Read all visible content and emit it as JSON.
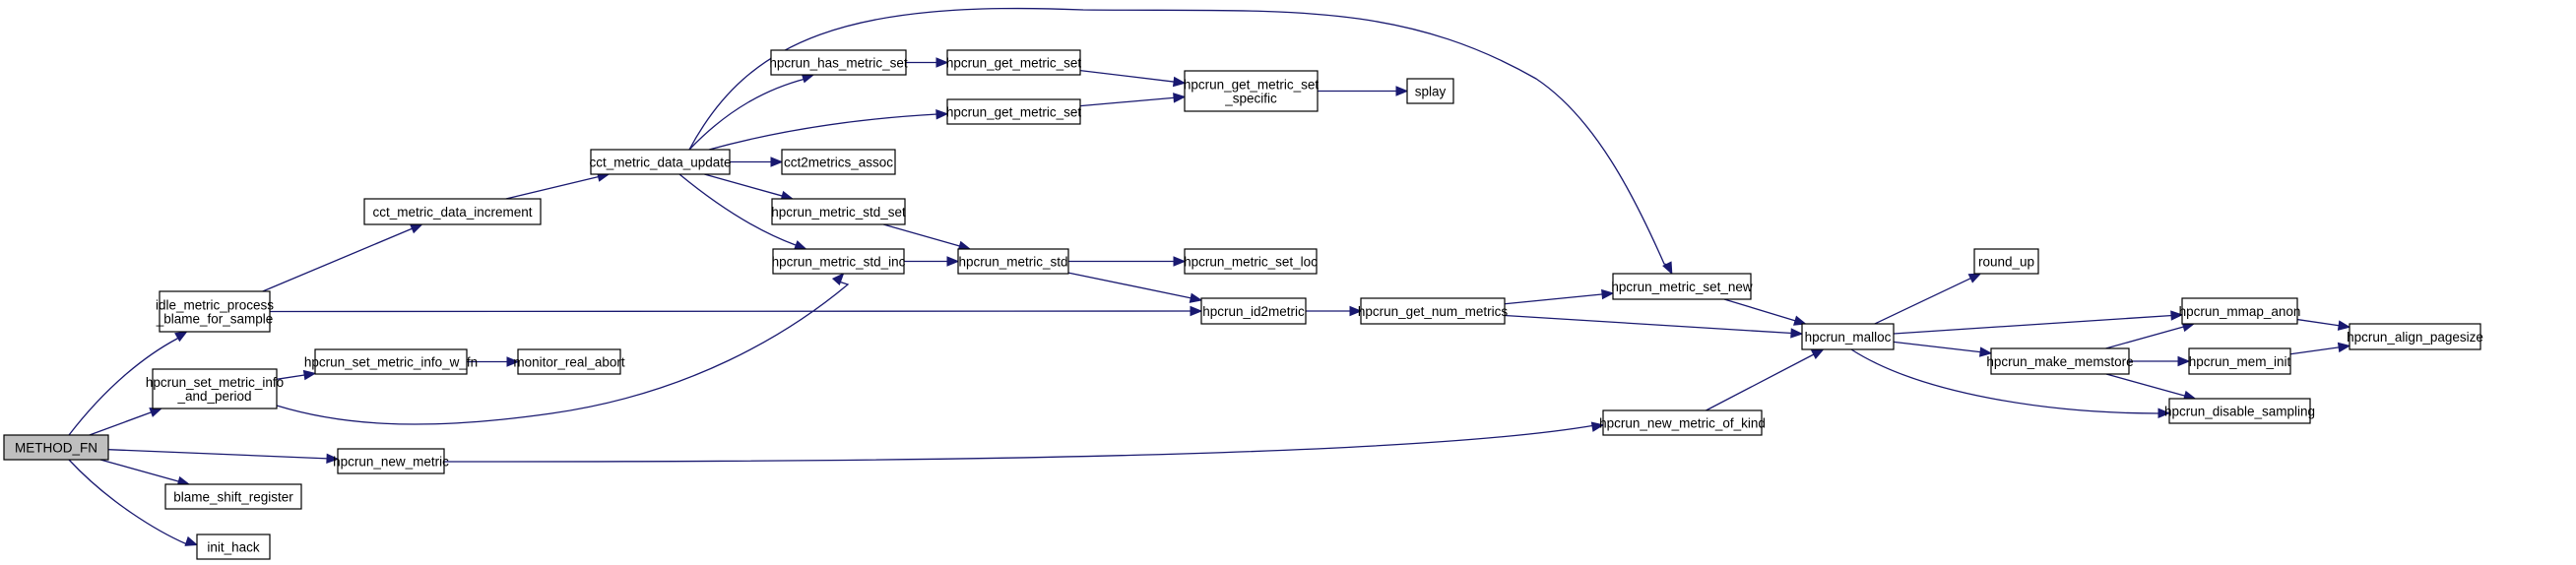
{
  "diagram": {
    "type": "call-graph",
    "root": "METHOD_FN",
    "colors": {
      "edge": "#191970",
      "root_fill": "#bfbfbf",
      "node_fill": "#ffffff",
      "node_border": "#000000"
    },
    "nodes": [
      {
        "id": "n0",
        "lines": [
          "METHOD_FN"
        ],
        "root": true
      },
      {
        "id": "n1",
        "lines": [
          "idle_metric_process",
          "_blame_for_sample"
        ]
      },
      {
        "id": "n2",
        "lines": [
          "hpcrun_set_metric_info",
          "_and_period"
        ]
      },
      {
        "id": "n3",
        "lines": [
          "hpcrun_new_metric"
        ]
      },
      {
        "id": "n4",
        "lines": [
          "blame_shift_register"
        ]
      },
      {
        "id": "n5",
        "lines": [
          "init_hack"
        ]
      },
      {
        "id": "n6",
        "lines": [
          "cct_metric_data_increment"
        ]
      },
      {
        "id": "n7",
        "lines": [
          "cct_metric_data_update"
        ]
      },
      {
        "id": "n8",
        "lines": [
          "hpcrun_has_metric_set"
        ]
      },
      {
        "id": "n9",
        "lines": [
          "hpcrun_get_metric_set"
        ]
      },
      {
        "id": "n10",
        "lines": [
          "hpcrun_get_metric_set"
        ]
      },
      {
        "id": "n11",
        "lines": [
          "cct2metrics_assoc"
        ]
      },
      {
        "id": "n12",
        "lines": [
          "hpcrun_metric_std_set"
        ]
      },
      {
        "id": "n13",
        "lines": [
          "hpcrun_metric_std_inc"
        ]
      },
      {
        "id": "n14",
        "lines": [
          "hpcrun_metric_std"
        ]
      },
      {
        "id": "n15",
        "lines": [
          "hpcrun_get_metric_set",
          "_specific"
        ]
      },
      {
        "id": "n16",
        "lines": [
          "splay"
        ]
      },
      {
        "id": "n17",
        "lines": [
          "hpcrun_metric_set_loc"
        ]
      },
      {
        "id": "n18",
        "lines": [
          "hpcrun_id2metric"
        ]
      },
      {
        "id": "n19",
        "lines": [
          "hpcrun_get_num_metrics"
        ]
      },
      {
        "id": "n20",
        "lines": [
          "hpcrun_metric_set_new"
        ]
      },
      {
        "id": "n21",
        "lines": [
          "hpcrun_malloc"
        ]
      },
      {
        "id": "n22",
        "lines": [
          "round_up"
        ]
      },
      {
        "id": "n23",
        "lines": [
          "hpcrun_mmap_anon"
        ]
      },
      {
        "id": "n24",
        "lines": [
          "hpcrun_make_memstore"
        ]
      },
      {
        "id": "n25",
        "lines": [
          "hpcrun_mem_init"
        ]
      },
      {
        "id": "n26",
        "lines": [
          "hpcrun_disable_sampling"
        ]
      },
      {
        "id": "n27",
        "lines": [
          "hpcrun_align_pagesize"
        ]
      },
      {
        "id": "n28",
        "lines": [
          "hpcrun_set_metric_info_w_fn"
        ]
      },
      {
        "id": "n29",
        "lines": [
          "monitor_real_abort"
        ]
      },
      {
        "id": "n30",
        "lines": [
          "hpcrun_new_metric_of_kind"
        ]
      }
    ],
    "edges": [
      {
        "from": "n0",
        "to": "n1"
      },
      {
        "from": "n0",
        "to": "n2"
      },
      {
        "from": "n0",
        "to": "n3"
      },
      {
        "from": "n0",
        "to": "n4"
      },
      {
        "from": "n0",
        "to": "n5"
      },
      {
        "from": "n1",
        "to": "n6"
      },
      {
        "from": "n1",
        "to": "n18"
      },
      {
        "from": "n6",
        "to": "n7"
      },
      {
        "from": "n7",
        "to": "n8"
      },
      {
        "from": "n7",
        "to": "n10"
      },
      {
        "from": "n7",
        "to": "n11"
      },
      {
        "from": "n7",
        "to": "n12"
      },
      {
        "from": "n7",
        "to": "n13"
      },
      {
        "from": "n7",
        "to": "n20"
      },
      {
        "from": "n8",
        "to": "n9"
      },
      {
        "from": "n9",
        "to": "n15"
      },
      {
        "from": "n10",
        "to": "n15"
      },
      {
        "from": "n15",
        "to": "n16"
      },
      {
        "from": "n12",
        "to": "n14"
      },
      {
        "from": "n13",
        "to": "n14"
      },
      {
        "from": "n14",
        "to": "n17"
      },
      {
        "from": "n14",
        "to": "n18"
      },
      {
        "from": "n18",
        "to": "n19"
      },
      {
        "from": "n19",
        "to": "n20"
      },
      {
        "from": "n19",
        "to": "n21"
      },
      {
        "from": "n20",
        "to": "n21"
      },
      {
        "from": "n2",
        "to": "n28"
      },
      {
        "from": "n2",
        "to": "n13"
      },
      {
        "from": "n28",
        "to": "n29"
      },
      {
        "from": "n3",
        "to": "n30"
      },
      {
        "from": "n30",
        "to": "n21"
      },
      {
        "from": "n21",
        "to": "n22"
      },
      {
        "from": "n21",
        "to": "n23"
      },
      {
        "from": "n21",
        "to": "n24"
      },
      {
        "from": "n21",
        "to": "n26"
      },
      {
        "from": "n24",
        "to": "n23"
      },
      {
        "from": "n24",
        "to": "n25"
      },
      {
        "from": "n24",
        "to": "n26"
      },
      {
        "from": "n23",
        "to": "n27"
      },
      {
        "from": "n25",
        "to": "n27"
      }
    ]
  }
}
